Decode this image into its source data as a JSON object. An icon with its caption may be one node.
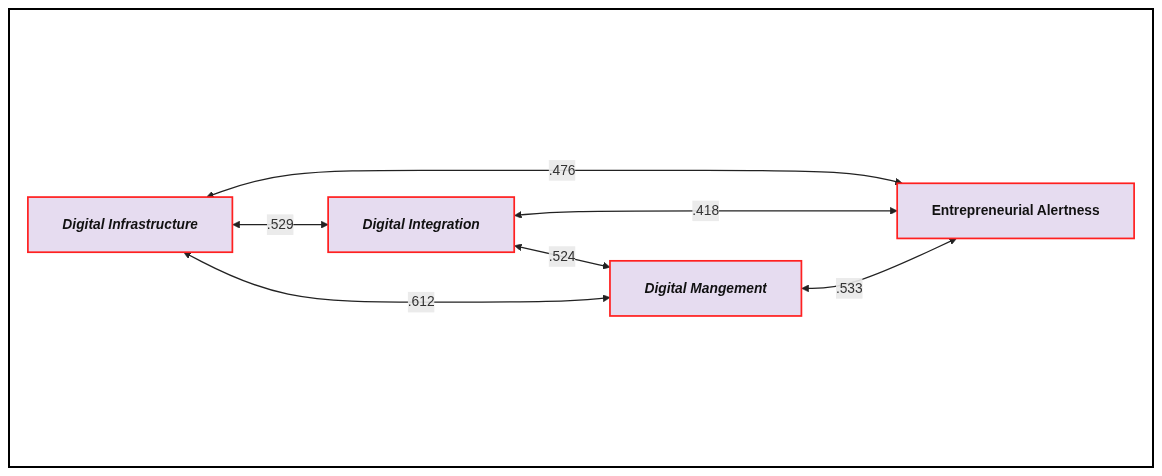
{
  "diagram": {
    "nodes": [
      {
        "text": [
          "Digital Infrastructure"
        ]
      },
      {
        "text": [
          "Digital Integration"
        ]
      },
      {
        "text": [
          "Digital Mangement"
        ]
      },
      {
        "text": [
          "Entrepreneurial Alertness"
        ]
      }
    ],
    "edges": [
      {
        "from": 0,
        "to": 3,
        "arrow": "both",
        "label": ".476"
      },
      {
        "from": 0,
        "to": 1,
        "arrow": "both",
        "label": ".529"
      },
      {
        "from": 1,
        "to": 3,
        "arrow": "both",
        "label": ".418"
      },
      {
        "from": 0,
        "to": 2,
        "arrow": "both",
        "label": ".612"
      },
      {
        "from": 1,
        "to": 2,
        "arrow": "both",
        "label": ".524"
      },
      {
        "from": 2,
        "to": 3,
        "arrow": "both",
        "label": ".533"
      }
    ]
  }
}
